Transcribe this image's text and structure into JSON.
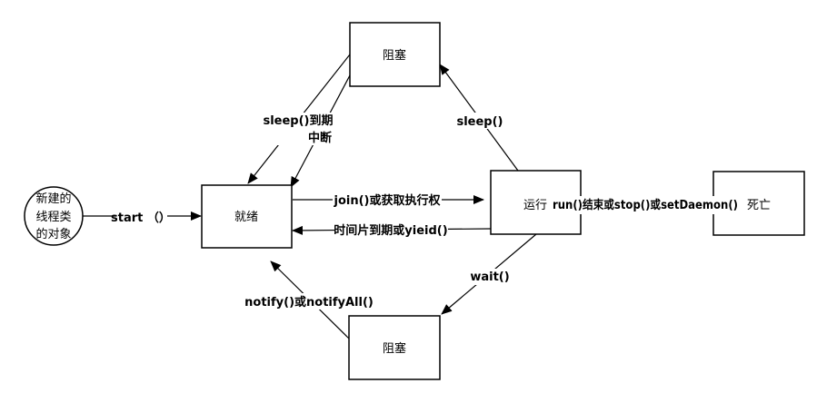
{
  "nodes": {
    "new_object": [
      "新建的",
      "线程类",
      "的对象"
    ],
    "ready": "就绪",
    "blocked_top": "阻塞",
    "running": "运行",
    "dead": "死亡",
    "blocked_bottom": "阻塞"
  },
  "edges": {
    "start": "start （）",
    "sleep_expired": [
      "sleep()到期",
      "中断"
    ],
    "sleep": "sleep()",
    "join": "join()或获取执行权",
    "time_slice": "时间片到期或yieid()",
    "finish": "run()结束或stop()或setDaemon()",
    "wait": "wait()",
    "notify": "notify()或notifyAll()"
  }
}
